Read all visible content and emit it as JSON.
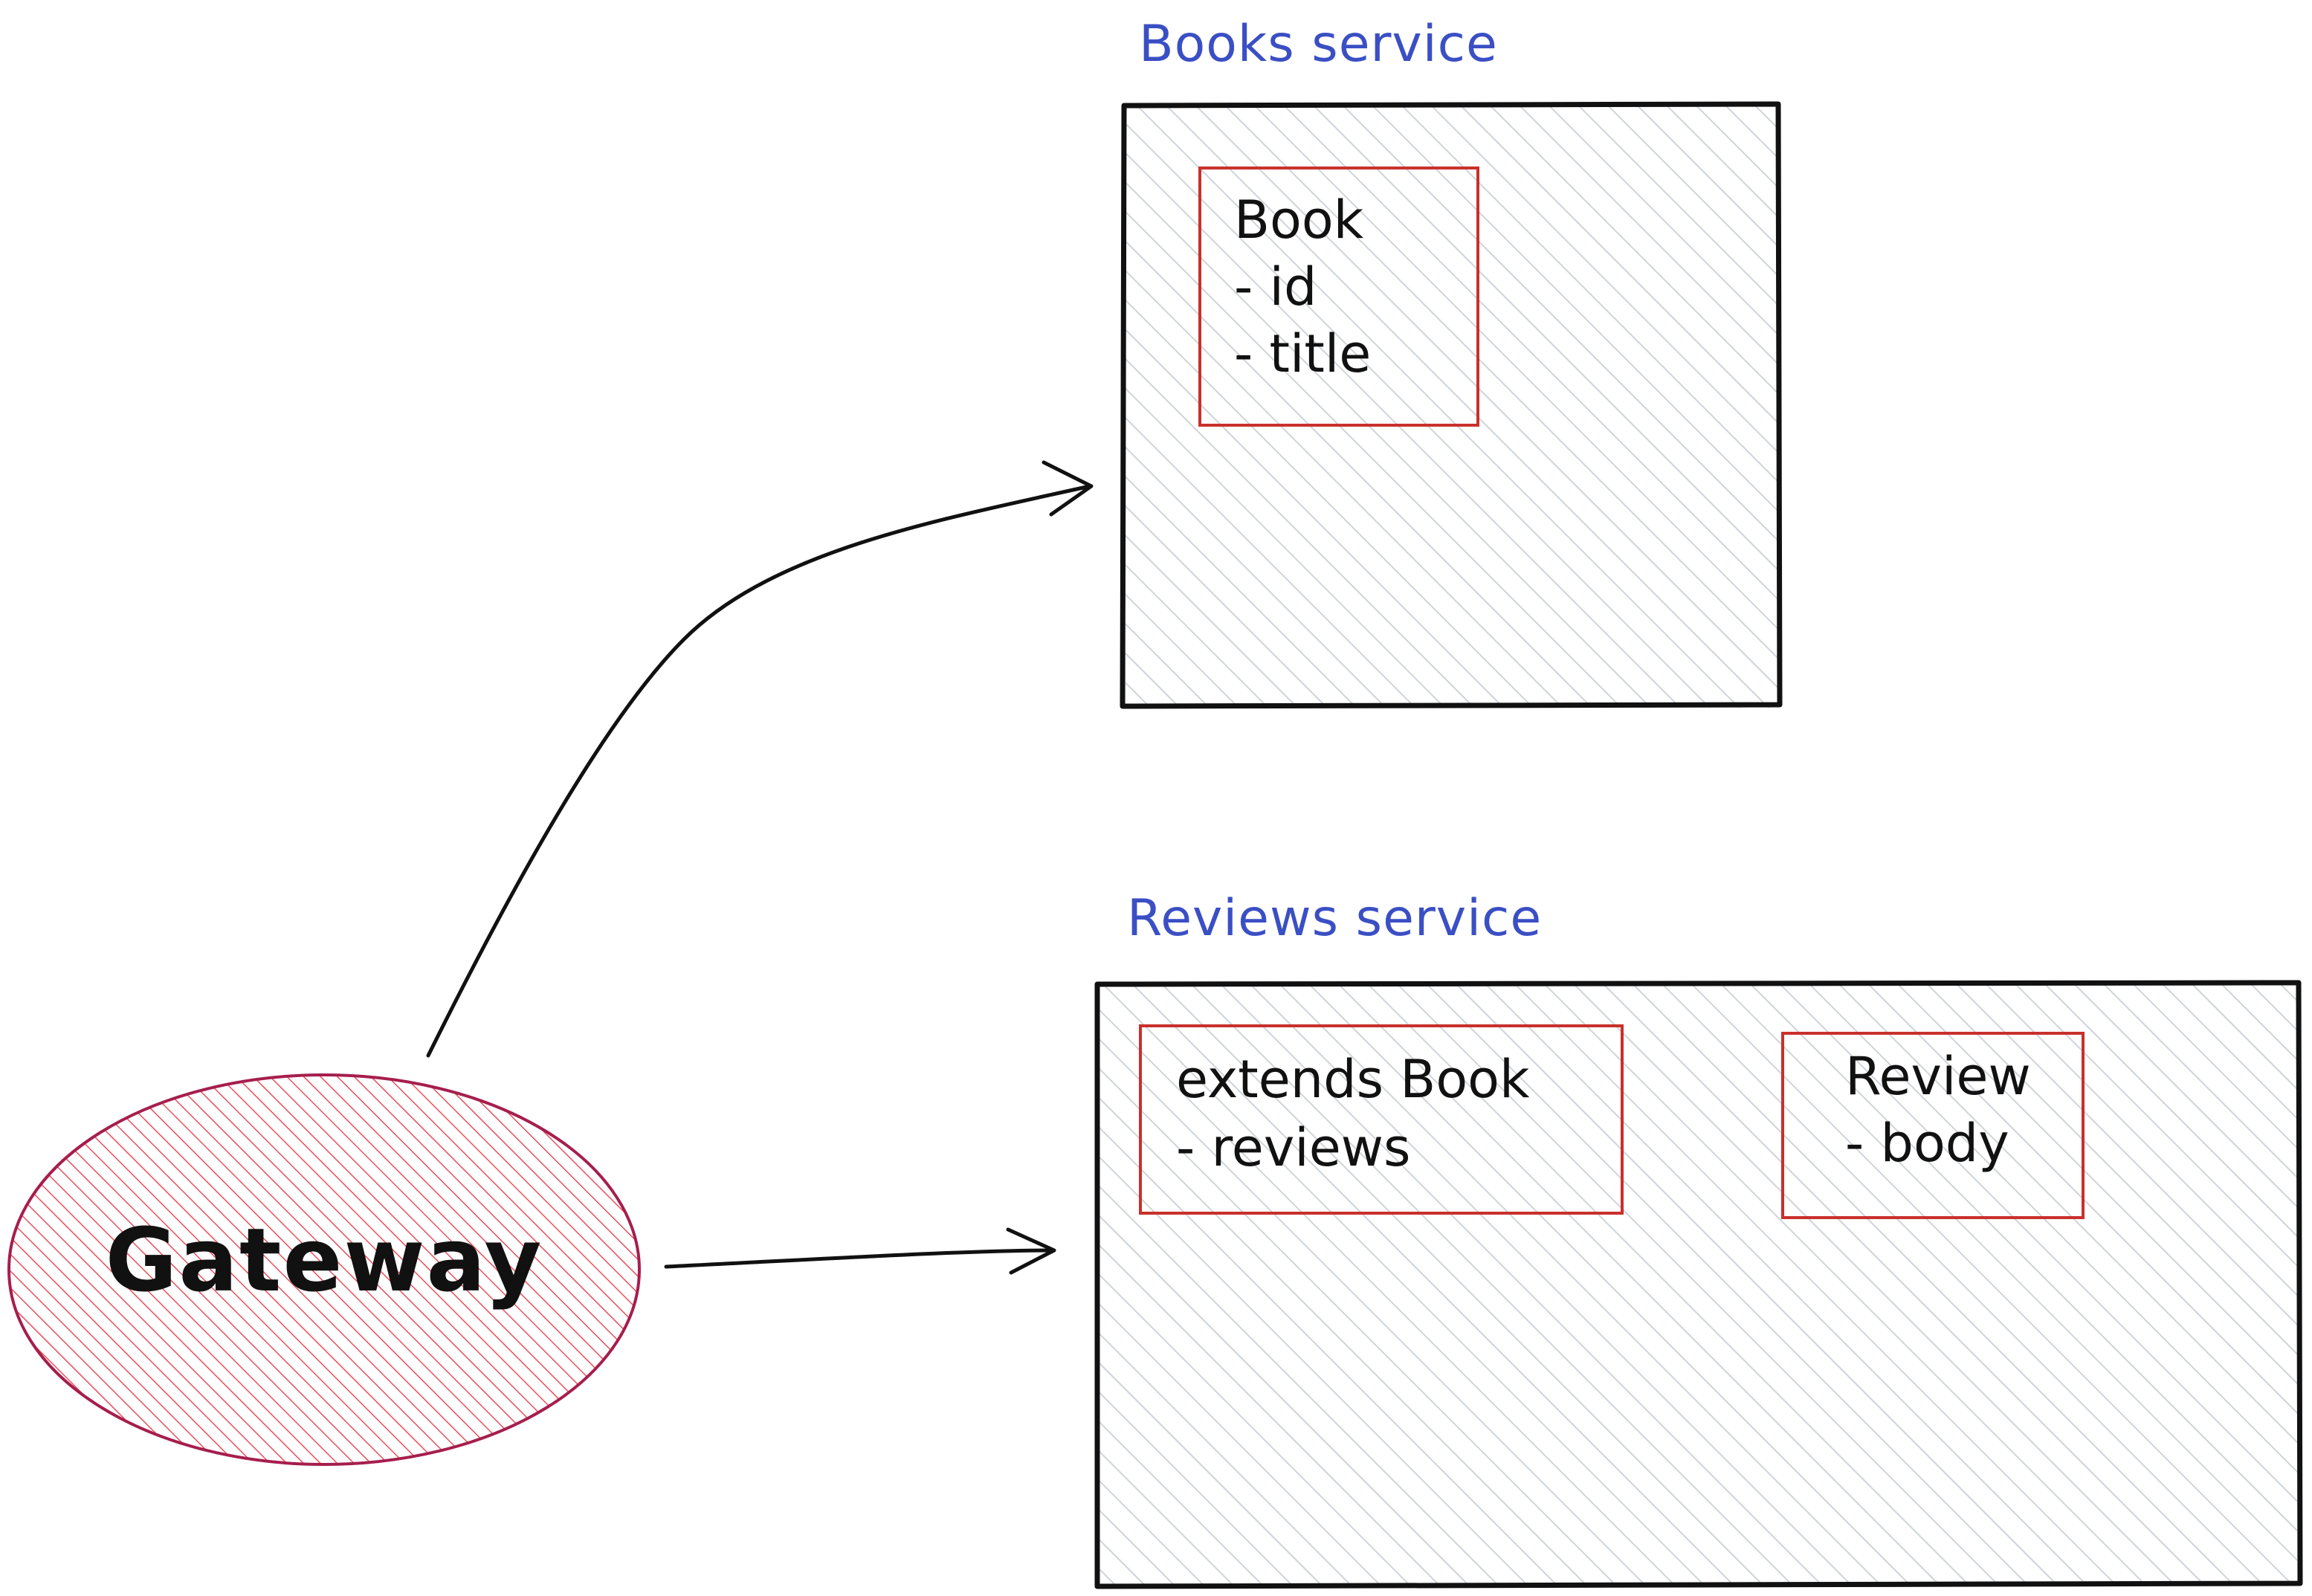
{
  "gateway": {
    "label": "Gateway"
  },
  "books_service": {
    "title": "Books service",
    "entities": [
      {
        "lines": [
          "Book",
          "- id",
          "- title"
        ]
      }
    ]
  },
  "reviews_service": {
    "title": "Reviews service",
    "entities": [
      {
        "lines": [
          "extends Book",
          "- reviews"
        ]
      },
      {
        "lines": [
          "Review",
          "- body"
        ]
      }
    ]
  },
  "colors": {
    "service_label": "#3b4fc4",
    "entity_border": "#c9302c",
    "gateway_fill": "#e8505b",
    "gateway_border": "#a61e4d",
    "hatch": "#ced4da",
    "ink": "#111111"
  }
}
